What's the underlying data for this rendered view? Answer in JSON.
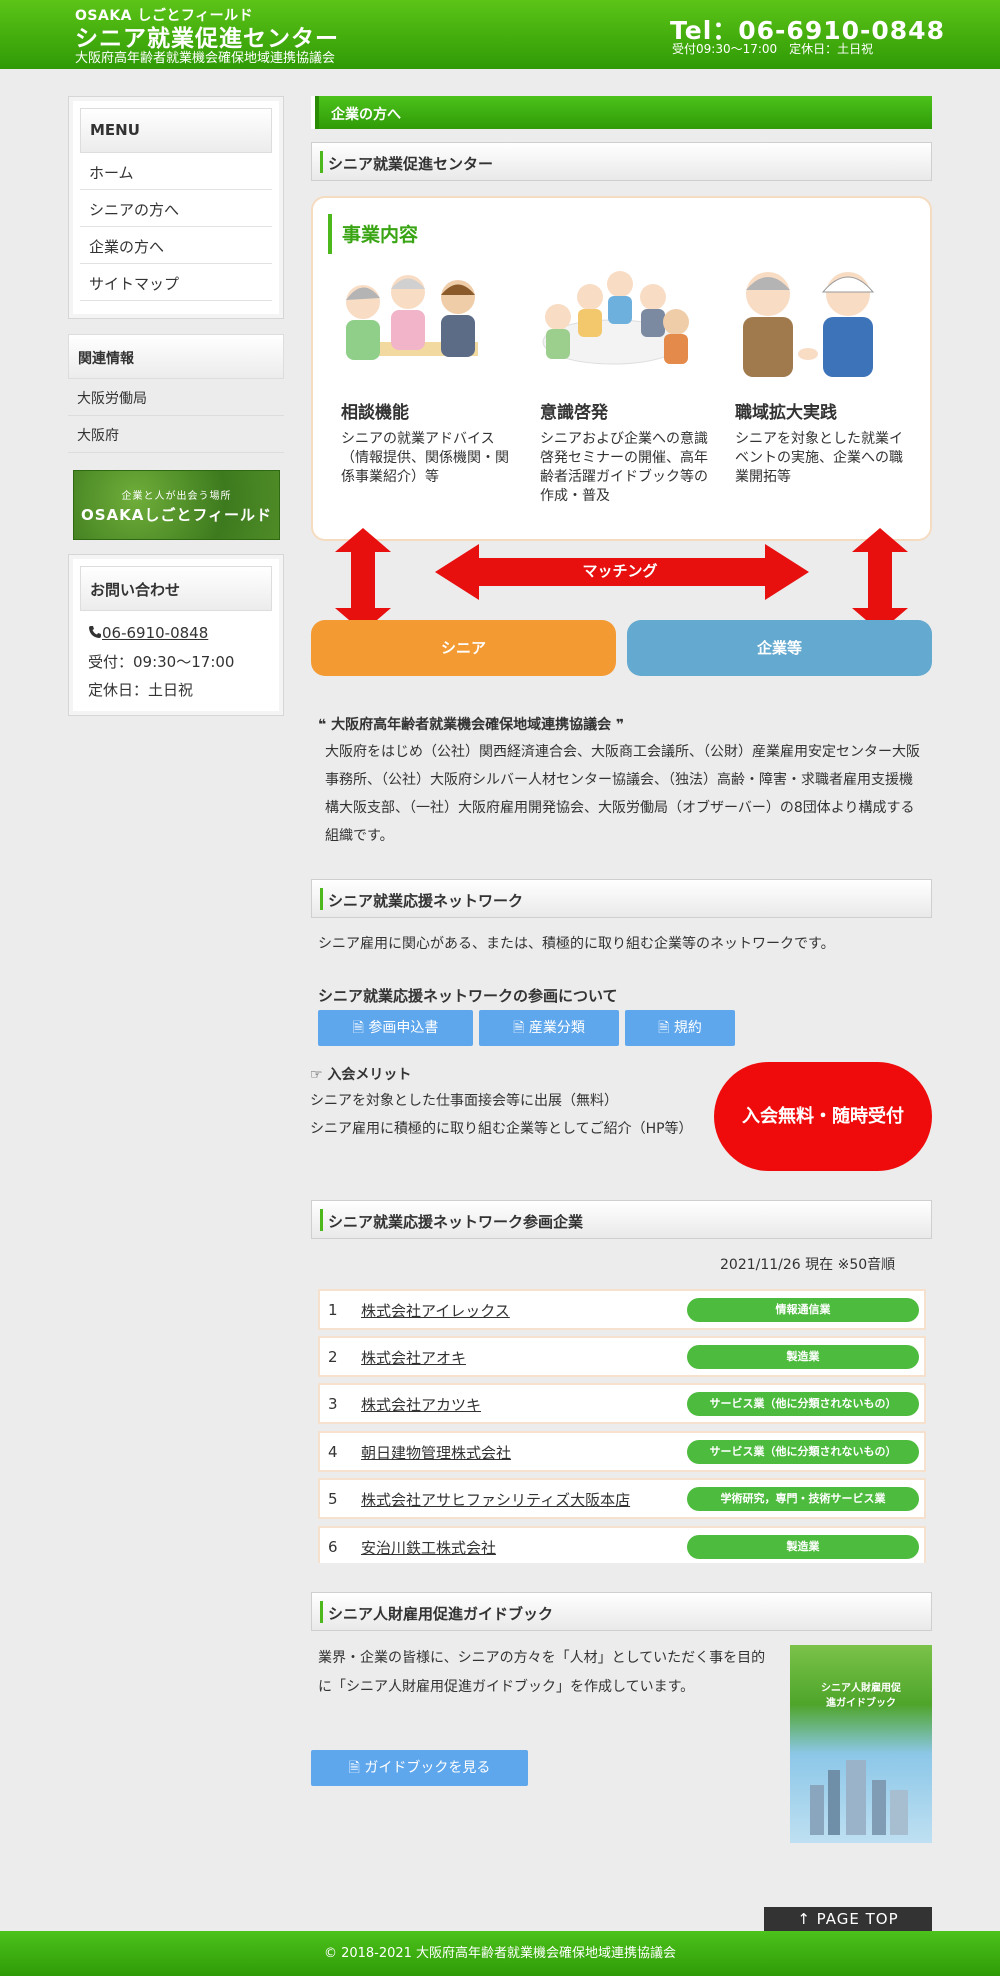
{
  "header": {
    "brand_sub": "OSAKA しごとフィールド",
    "brand_title": "シニア就業促進センター",
    "brand_desc": "大阪府高年齢者就業機会確保地域連携協議会",
    "tel": "Tel：06-6910-0848",
    "hours": "受付09:30～17:00　定休日：土日祝"
  },
  "sidebar": {
    "menu_title": "MENU",
    "menu_items": [
      {
        "label": "ホーム"
      },
      {
        "label": "シニアの方へ"
      },
      {
        "label": "企業の方へ"
      },
      {
        "label": "サイトマップ"
      }
    ],
    "related_title": "関連情報",
    "related_items": [
      {
        "label": "大阪労働局"
      },
      {
        "label": "大阪府"
      }
    ],
    "banner_line1": "企業と人が出会う場所",
    "banner_line2": "OSAKAしごとフィールド",
    "contact_title": "お問い合わせ",
    "contact_phone": "06-6910-0848",
    "contact_hours": "受付：09:30～17:00",
    "contact_closed": "定休日：土日祝"
  },
  "main": {
    "page_bar": "企業の方へ",
    "section1_title": "シニア就業促進センター",
    "business": {
      "title": "事業内容",
      "cols": [
        {
          "title": "相談機能",
          "text": "シニアの就業アドバイス（情報提供、関係機関・関係事業紹介）等"
        },
        {
          "title": "意識啓発",
          "text": "シニアおよび企業への意識啓発セミナーの開催、高年齢者活躍ガイドブック等の作成・普及"
        },
        {
          "title": "職域拡大実践",
          "text": "シニアを対象とした就業イベントの実施、企業への職業開拓等"
        }
      ]
    },
    "matching_label": "マッチング",
    "senior_label": "シニア",
    "company_label": "企業等",
    "council": {
      "title": "大阪府高年齢者就業機会確保地域連携協議会",
      "body": "大阪府をはじめ（公社）関西経済連合会、大阪商工会議所、（公財）産業雇用安定センター大阪事務所、（公社）大阪府シルバー人材センター協議会、（独法）高齢・障害・求職者雇用支援機構大阪支部、（一社）大阪府雇用開発協会、大阪労働局（オブザーバー）の8団体より構成する組織です。"
    },
    "network": {
      "title": "シニア就業応援ネットワーク",
      "desc": "シニア雇用に関心がある、または、積極的に取り組む企業等のネットワークです。",
      "join_title": "シニア就業応援ネットワークの参画について",
      "buttons": [
        {
          "label": "参画申込書"
        },
        {
          "label": "産業分類"
        },
        {
          "label": "規約"
        }
      ],
      "merit_title": "入会メリット",
      "merit_1": "シニアを対象とした仕事面接会等に出展（無料）",
      "merit_2": "シニア雇用に積極的に取り組む企業等としてご紹介（HP等）",
      "badge": "入会無料・随時受付"
    },
    "members": {
      "title": "シニア就業応援ネットワーク参画企業",
      "date_note": "2021/11/26 現在 ※50音順",
      "rows": [
        {
          "num": "1",
          "name": "株式会社アイレックス",
          "tag": "情報通信業"
        },
        {
          "num": "2",
          "name": "株式会社アオキ",
          "tag": "製造業"
        },
        {
          "num": "3",
          "name": "株式会社アカツキ",
          "tag": "サービス業（他に分類されないもの）"
        },
        {
          "num": "4",
          "name": "朝日建物管理株式会社",
          "tag": "サービス業（他に分類されないもの）"
        },
        {
          "num": "5",
          "name": "株式会社アサヒファシリティズ大阪本店",
          "tag": "学術研究，専門・技術サービス業"
        },
        {
          "num": "6",
          "name": "安治川鉄工株式会社",
          "tag": "製造業"
        }
      ]
    },
    "guide": {
      "title": "シニア人財雇用促進ガイドブック",
      "text": "業界・企業の皆様に、シニアの方々を「人材」としていただく事を目的に「シニア人財雇用促進ガイドブック」を作成しています。",
      "button": "ガイドブックを見る",
      "cover_title": "シニア人財雇用促進ガイドブック"
    }
  },
  "page_top": "↑ PAGE TOP",
  "footer": "© 2018-2021 大阪府高年齢者就業機会確保地域連携協議会",
  "colors": {
    "green": "#3aa514",
    "orange": "#f39a33",
    "blue": "#64a9cf",
    "red": "#ef0b0b",
    "tag_green": "#4dbb3d"
  }
}
